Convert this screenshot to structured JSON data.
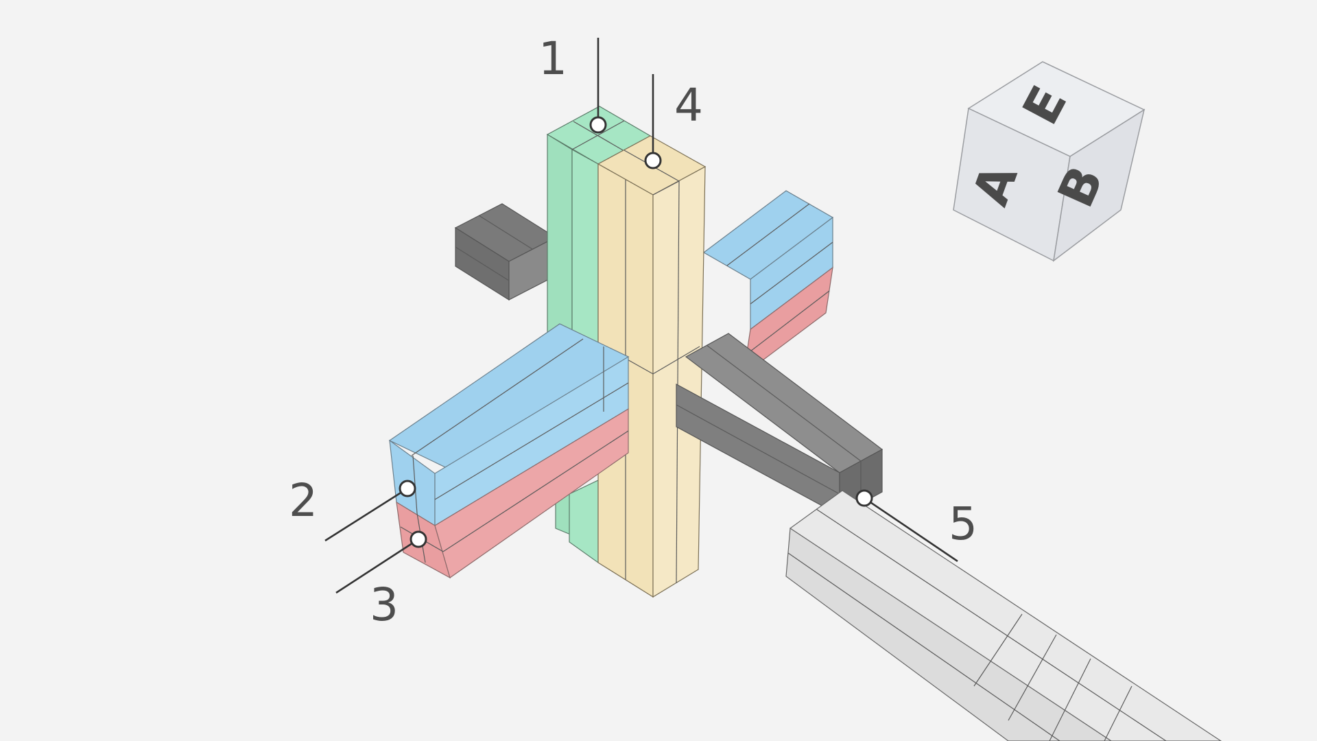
{
  "colors": {
    "background": "#f3f3f3",
    "green": "#a6e6c4",
    "yellow": "#f2e2b8",
    "blue": "#9fd1ee",
    "red": "#e99ea0",
    "dark": "#808080",
    "light": "#e2e2e2",
    "cube_face": "#e6e7ea"
  },
  "callouts": [
    {
      "id": "callout-1",
      "label": "1",
      "part": "green-post"
    },
    {
      "id": "callout-2",
      "label": "2",
      "part": "blue-beam"
    },
    {
      "id": "callout-3",
      "label": "3",
      "part": "red-beam"
    },
    {
      "id": "callout-4",
      "label": "4",
      "part": "yellow-post"
    },
    {
      "id": "callout-5",
      "label": "5",
      "part": "light-beam"
    }
  ],
  "view_cube": {
    "top": "E",
    "left": "A",
    "right": "B"
  }
}
